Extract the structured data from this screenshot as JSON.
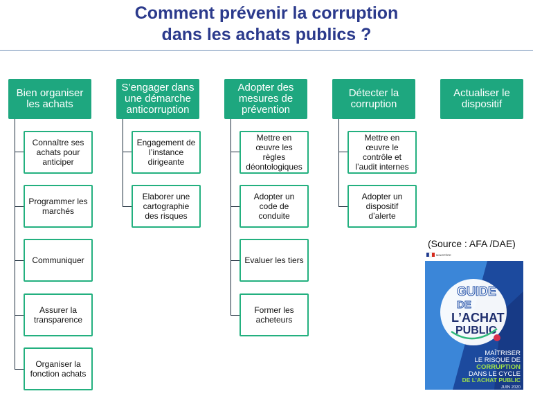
{
  "title": {
    "line1": "Comment prévenir la corruption",
    "line2": "dans les achats publics ?"
  },
  "columns": [
    {
      "header": "Bien organiser les achats",
      "items": [
        "Connaître ses achats pour anticiper",
        "Programmer les marchés",
        "Communiquer",
        "Assurer la transparence",
        "Organiser la fonction achats"
      ]
    },
    {
      "header": "S’engager dans une démarche anticorruption",
      "items": [
        "Engagement de l’instance dirigeante",
        "Elaborer une cartographie des risques"
      ]
    },
    {
      "header": "Adopter des mesures de prévention",
      "items": [
        "Mettre en œuvre les règles déontologiques",
        "Adopter un code de conduite",
        "Evaluer les tiers",
        "Former les acheteurs"
      ]
    },
    {
      "header": "Détecter la corruption",
      "items": [
        "Mettre en œuvre le contrôle et l’audit internes",
        "Adopter un dispositif d’alerte"
      ]
    },
    {
      "header": "Actualiser le dispositif",
      "items": []
    }
  ],
  "source": "(Source : AFA /DAE)",
  "cover": {
    "guide_word": "GUIDE",
    "de_word": "DE",
    "achat_word": "L’ACHAT",
    "public_word": "PUBLIC",
    "subtitle_1": "MAÎTRISER",
    "subtitle_2": "LE RISQUE DE",
    "subtitle_3": "CORRUPTION",
    "subtitle_4": "DANS LE CYCLE",
    "subtitle_5": "DE L’ACHAT PUBLIC",
    "date": "JUIN 2020"
  },
  "colors": {
    "title": "#2b3a8c",
    "header_fill": "#1ea77f",
    "item_border": "#23b07f",
    "connector": "#1a2a3a",
    "cover_blue": "#1f4fa8"
  }
}
